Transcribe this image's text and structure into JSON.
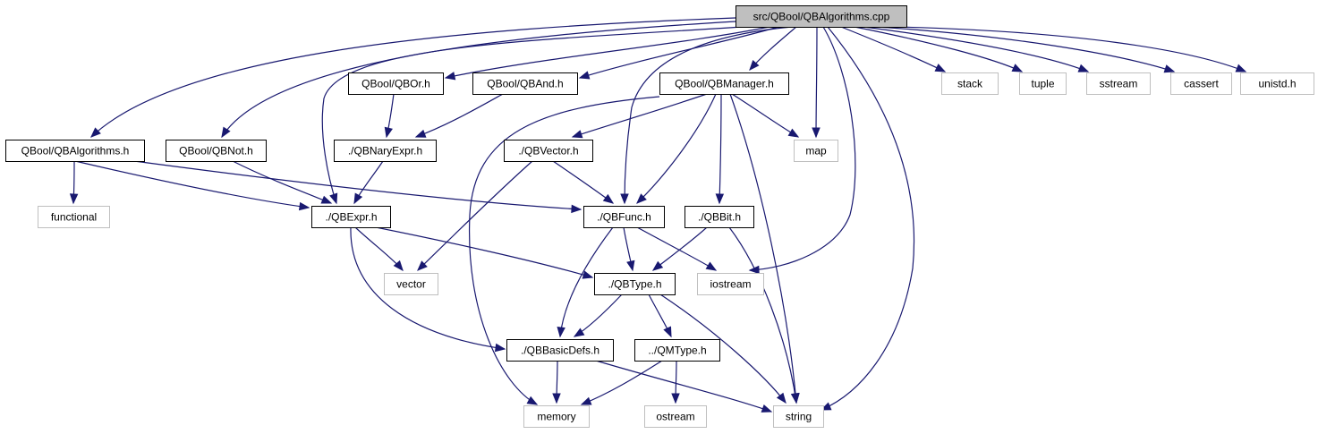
{
  "diagram": {
    "edge_color": "#191970",
    "nodes": [
      {
        "id": "root",
        "label": "src/QBool/QBAlgorithms.cpp",
        "kind": "root"
      },
      {
        "id": "qbor",
        "label": "QBool/QBOr.h",
        "kind": "local"
      },
      {
        "id": "qband",
        "label": "QBool/QBAnd.h",
        "kind": "local"
      },
      {
        "id": "qbmanager",
        "label": "QBool/QBManager.h",
        "kind": "local"
      },
      {
        "id": "stack",
        "label": "stack",
        "kind": "system"
      },
      {
        "id": "tuple",
        "label": "tuple",
        "kind": "system"
      },
      {
        "id": "sstream",
        "label": "sstream",
        "kind": "system"
      },
      {
        "id": "cassert",
        "label": "cassert",
        "kind": "system"
      },
      {
        "id": "unistd",
        "label": "unistd.h",
        "kind": "system"
      },
      {
        "id": "qbalg_h",
        "label": "QBool/QBAlgorithms.h",
        "kind": "local"
      },
      {
        "id": "qbnot",
        "label": "QBool/QBNot.h",
        "kind": "local"
      },
      {
        "id": "qbnary",
        "label": "./QBNaryExpr.h",
        "kind": "local"
      },
      {
        "id": "qbvector",
        "label": "./QBVector.h",
        "kind": "local"
      },
      {
        "id": "map",
        "label": "map",
        "kind": "system"
      },
      {
        "id": "functional",
        "label": "functional",
        "kind": "system"
      },
      {
        "id": "qbexpr",
        "label": "./QBExpr.h",
        "kind": "local"
      },
      {
        "id": "qbfunc",
        "label": "./QBFunc.h",
        "kind": "local"
      },
      {
        "id": "qbbit",
        "label": "./QBBit.h",
        "kind": "local"
      },
      {
        "id": "vector",
        "label": "vector",
        "kind": "system"
      },
      {
        "id": "qbtype",
        "label": "./QBType.h",
        "kind": "local"
      },
      {
        "id": "iostream",
        "label": "iostream",
        "kind": "system"
      },
      {
        "id": "qbbasic",
        "label": "./QBBasicDefs.h",
        "kind": "local"
      },
      {
        "id": "qmtype",
        "label": "../QMType.h",
        "kind": "local"
      },
      {
        "id": "memory",
        "label": "memory",
        "kind": "system"
      },
      {
        "id": "ostream",
        "label": "ostream",
        "kind": "system"
      },
      {
        "id": "string",
        "label": "string",
        "kind": "system"
      }
    ]
  }
}
